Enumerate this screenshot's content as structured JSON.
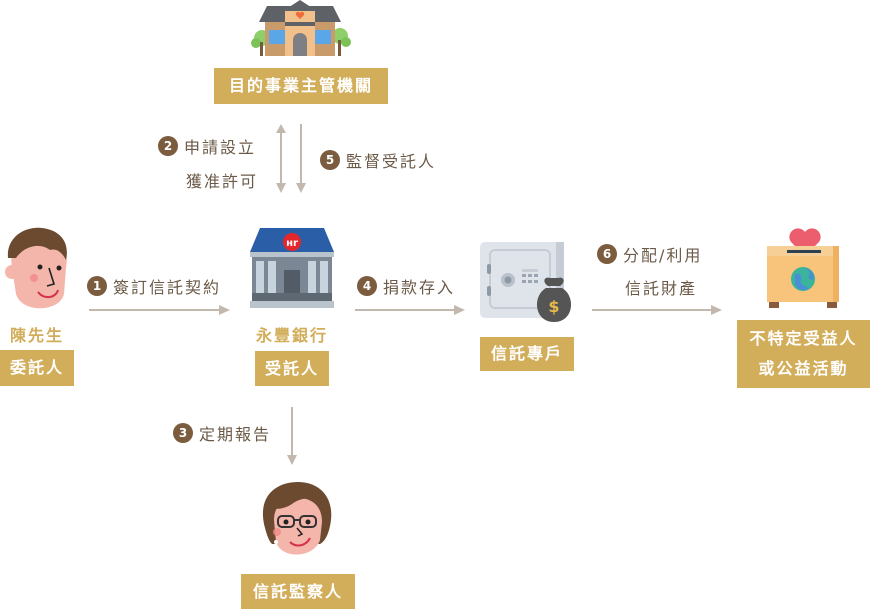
{
  "colors": {
    "label_bg": "#d2ad5a",
    "label_text": "#ffffff",
    "name_text": "#d2ad5a",
    "step_text": "#6b5a48",
    "badge_bg": "#7b5c3e",
    "arrow": "#c3b8ae"
  },
  "nodes": {
    "authority": {
      "icon": "school-building-icon",
      "label": "目的事業主管機關"
    },
    "settlor": {
      "icon": "man-face-icon",
      "name": "陳先生",
      "label": "委託人"
    },
    "trustee": {
      "icon": "bank-building-icon",
      "name": "永豐銀行",
      "label": "受託人"
    },
    "account": {
      "icon": "safe-moneybag-icon",
      "label": "信託專戶"
    },
    "beneficiary": {
      "icon": "donation-box-icon",
      "label_line1": "不特定受益人",
      "label_line2": "或公益活動"
    },
    "supervisor": {
      "icon": "woman-face-icon",
      "label": "信託監察人"
    }
  },
  "steps": [
    {
      "number": "1",
      "text": "簽訂信託契約"
    },
    {
      "number": "2",
      "text": "申請設立",
      "text_line2": "獲准許可"
    },
    {
      "number": "3",
      "text": "定期報告"
    },
    {
      "number": "4",
      "text": "捐款存入"
    },
    {
      "number": "5",
      "text": "監督受託人"
    },
    {
      "number": "6",
      "text": "分配/利用",
      "text_line2": "信託財產"
    }
  ]
}
